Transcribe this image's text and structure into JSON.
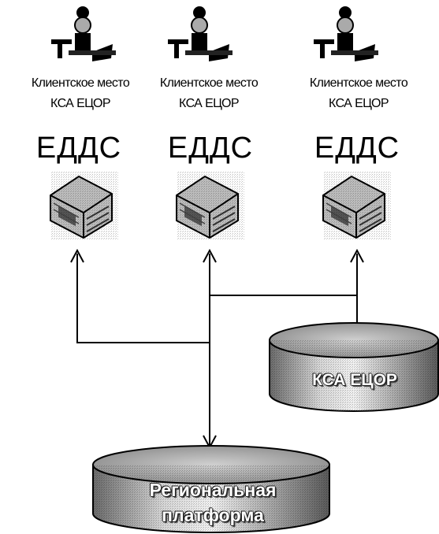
{
  "workstations": [
    {
      "label_line1": "Клиентское место",
      "label_line2": "КСА ЕЦОР",
      "unit": "ЕДДС"
    },
    {
      "label_line1": "Клиентское место",
      "label_line2": "КСА ЕЦОР",
      "unit": "ЕДДС"
    },
    {
      "label_line1": "Клиентское место",
      "label_line2": "КСА ЕЦОР",
      "unit": "ЕДДС"
    }
  ],
  "databases": {
    "ksa": {
      "label": "КСА ЕЦОР"
    },
    "regional": {
      "label_line1": "Региональная",
      "label_line2": "платформа"
    }
  },
  "icons": {
    "operator": "operator-at-workstation-icon",
    "equipment": "server-equipment-icon"
  }
}
